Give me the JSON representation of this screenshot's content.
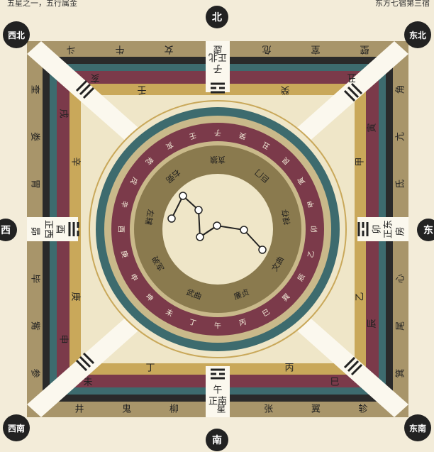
{
  "header": {
    "left_note": "五星之一，五行属金",
    "right_note": "东方七宿第三宿"
  },
  "directions": {
    "north": "北",
    "south": "南",
    "east": "东",
    "west": "西",
    "northeast": "东北",
    "northwest": "西北",
    "southeast": "东南",
    "southwest": "西南"
  },
  "center_labels": {
    "north": "子\n正北",
    "south": "午\n正南",
    "east": "卯\n正东",
    "west": "酉\n正西"
  },
  "outer_mansions": {
    "top": [
      "斗",
      "牛",
      "女",
      "虚",
      "危",
      "室",
      "壁"
    ],
    "bottom": [
      "井",
      "鬼",
      "柳",
      "星",
      "张",
      "翼",
      "轸"
    ],
    "left": [
      "奎",
      "娄",
      "胃",
      "昴",
      "毕",
      "觜",
      "参"
    ],
    "right": [
      "角",
      "亢",
      "氐",
      "房",
      "心",
      "尾",
      "箕"
    ]
  },
  "stems": {
    "top": [
      "壬",
      "癸"
    ],
    "bottom": [
      "丁",
      "丙"
    ],
    "left": [
      "辛",
      "庚"
    ],
    "right": [
      "甲",
      "乙"
    ]
  },
  "branches": {
    "top": [
      "亥",
      "丑"
    ],
    "bottom": [
      "未",
      "巳"
    ],
    "left": [
      "戌",
      "申"
    ],
    "right": [
      "寅",
      "辰"
    ]
  },
  "ring_chars": [
    "子",
    "癸",
    "丑",
    "艮",
    "寅",
    "甲",
    "卯",
    "乙",
    "辰",
    "巽",
    "巳",
    "丙",
    "午",
    "丁",
    "未",
    "坤",
    "申",
    "庚",
    "酉",
    "辛",
    "戌",
    "乾",
    "亥",
    "壬"
  ],
  "inner_ring": [
    "贪狼",
    "巨门",
    "禄存",
    "文曲",
    "廉贞",
    "武曲",
    "破军",
    "左辅",
    "右弼"
  ],
  "colors": {
    "cream": "#efe6c8",
    "tan": "#a8956a",
    "olive": "#8a7a4e",
    "maroon": "#7b3a4a",
    "teal": "#3d6b6e",
    "dark": "#2a2a2a",
    "gold": "#c9a85a"
  }
}
